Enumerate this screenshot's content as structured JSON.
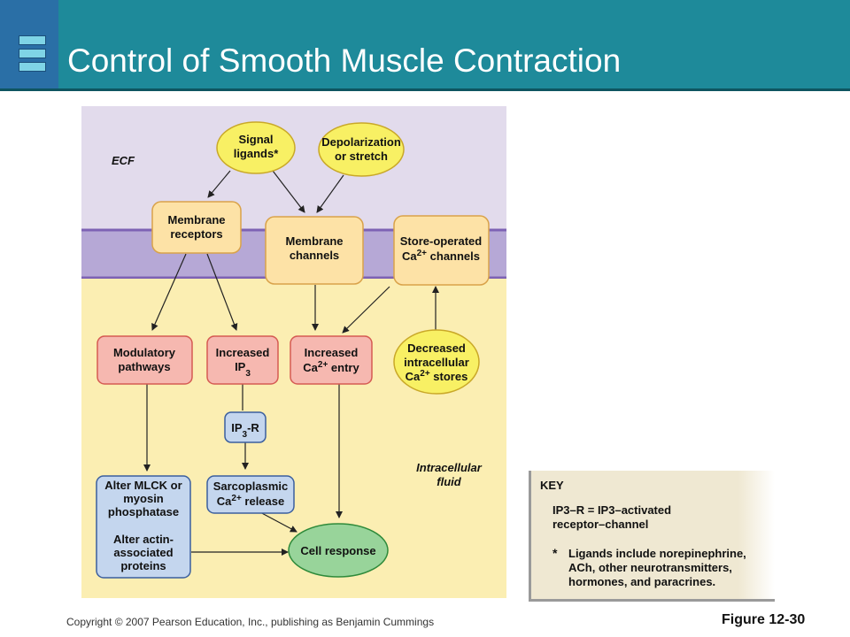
{
  "title": "Control of Smooth Muscle Contraction",
  "regions": {
    "ecf": "ECF",
    "intracellular_1": "Intracellular",
    "intracellular_2": "fluid"
  },
  "nodes": {
    "signal": [
      "Signal",
      "ligands*"
    ],
    "depolarization": [
      "Depolarization",
      "or stretch"
    ],
    "membrane_receptors": [
      "Membrane",
      "receptors"
    ],
    "membrane_channels": [
      "Membrane",
      "channels"
    ],
    "store_operated": {
      "line1": "Store-operated",
      "ca": "Ca",
      "sup": "2+",
      "rest": " channels"
    },
    "modulatory": [
      "Modulatory",
      "pathways"
    ],
    "increased_ip3": {
      "line1": "Increased",
      "ip": "IP",
      "sub": "3"
    },
    "increased_ca": {
      "line1": "Increased",
      "ca": "Ca",
      "sup": "2+",
      "rest": " entry"
    },
    "decreased": {
      "line1": "Decreased",
      "line2": "intracellular",
      "ca": "Ca",
      "sup": "2+",
      "rest": " stores"
    },
    "ip3r": {
      "ip": "IP",
      "sub": "3",
      "rest": "-R"
    },
    "alter": [
      "Alter MLCK or",
      "myosin",
      "phosphatase",
      "Alter actin-",
      "associated",
      "proteins"
    ],
    "sarcoplasmic": {
      "line1": "Sarcoplasmic",
      "ca": "Ca",
      "sup": "2+",
      "rest": " release"
    },
    "cell_response": "Cell response"
  },
  "key": {
    "title": "KEY",
    "ip3r_line1": "IP3–R  =  IP3–activated",
    "ip3r_line2": "receptor–channel",
    "star": "*",
    "lig_line1": "Ligands include norepinephrine,",
    "lig_line2": "ACh, other neurotransmitters,",
    "lig_line3": "hormones, and paracrines."
  },
  "footer": {
    "copyright": "Copyright © 2007 Pearson Education, Inc., publishing as Benjamin Cummings",
    "figure": "Figure 12-30"
  },
  "colors": {
    "header": "#1e8a9a",
    "ecf": "#e2dbec",
    "membrane": "#b6a8d6",
    "intracellular": "#fbeeb2",
    "yellow_node": "#f8f064",
    "orange_node": "#fde2a6",
    "red_node": "#f6b8b0",
    "blue_node": "#c4d6ee",
    "green_node": "#98d49a"
  }
}
